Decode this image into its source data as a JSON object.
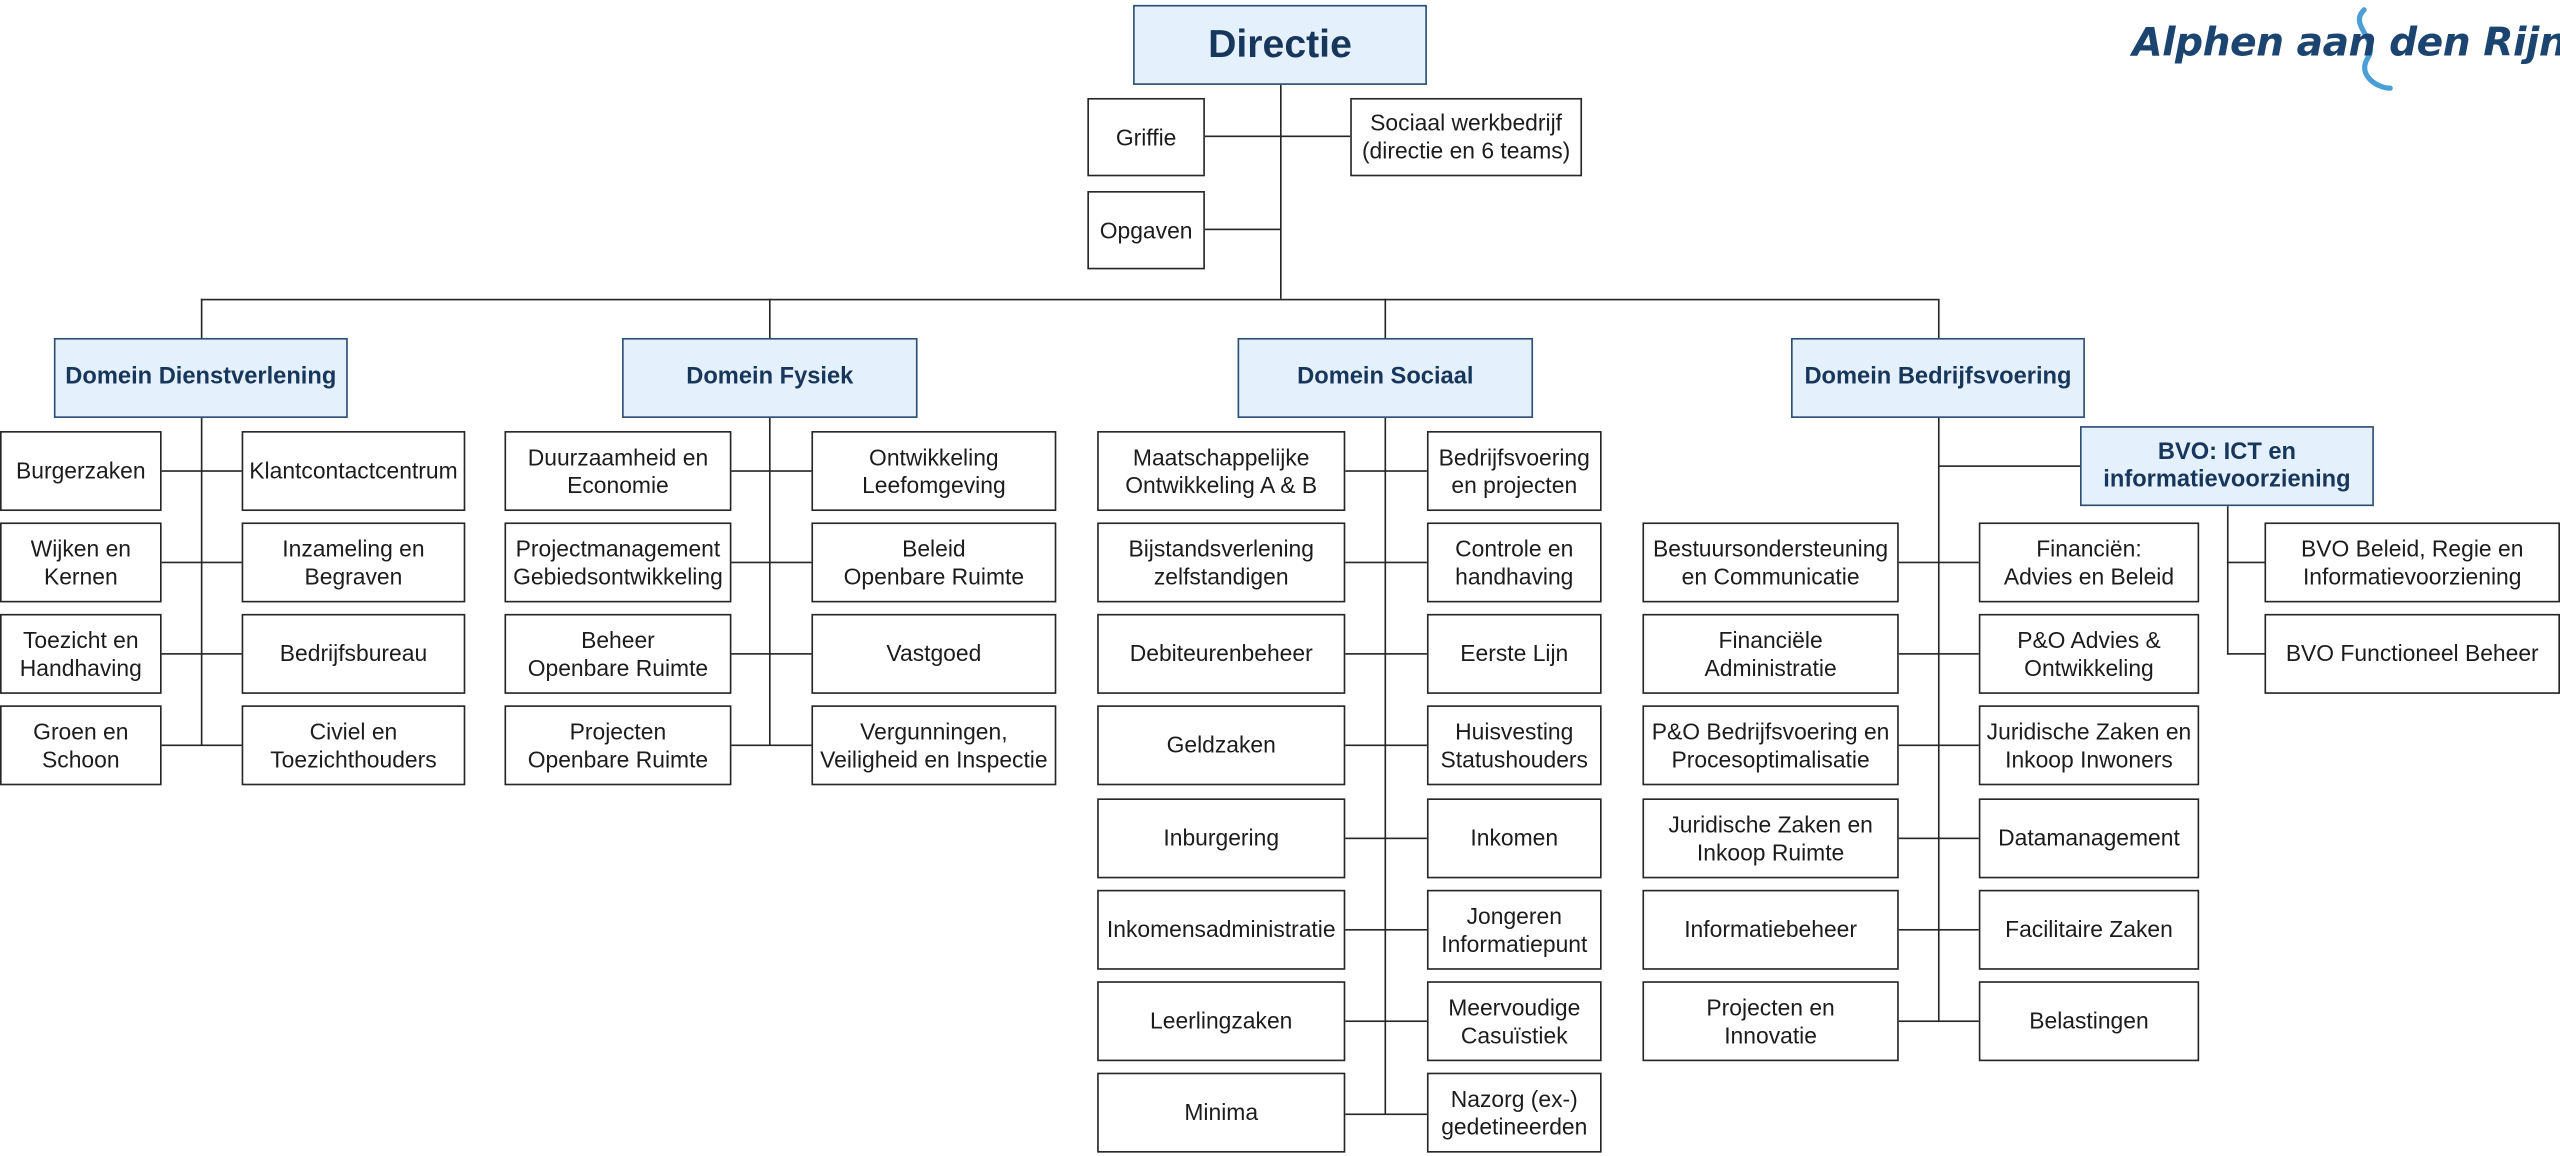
{
  "logo": {
    "text": "Alphen aan den Rijn",
    "color": "#1b4570",
    "wave_color": "#4a9fd8"
  },
  "colors": {
    "header_fill": "#e4f0fb",
    "header_border": "#2b4e73",
    "header_text": "#17365c",
    "line": "#262626"
  },
  "top": {
    "directie": "Directie",
    "griffie": "Griffie",
    "opgaven": "Opgaven",
    "sociaal_werkbedrijf": "Sociaal werkbedrijf\n(directie en 6 teams)"
  },
  "dienstverlening": {
    "title": "Domein Dienstverlening",
    "left": [
      "Burgerzaken",
      "Wijken en\nKernen",
      "Toezicht en\nHandhaving",
      "Groen en\nSchoon"
    ],
    "right": [
      "Klantcontactcentrum",
      "Inzameling en\nBegraven",
      "Bedrijfsbureau",
      "Civiel en\nToezichthouders"
    ]
  },
  "fysiek": {
    "title": "Domein Fysiek",
    "left": [
      "Duurzaamheid en\nEconomie",
      "Projectmanagement\nGebiedsontwikkeling",
      "Beheer\nOpenbare Ruimte",
      "Projecten\nOpenbare Ruimte"
    ],
    "right": [
      "Ontwikkeling\nLeefomgeving",
      "Beleid\nOpenbare Ruimte",
      "Vastgoed",
      "Vergunningen,\nVeiligheid en Inspectie"
    ]
  },
  "sociaal": {
    "title": "Domein Sociaal",
    "left": [
      "Maatschappelijke\nOntwikkeling A & B",
      "Bijstandsverlening\nzelfstandigen",
      "Debiteurenbeheer",
      "Geldzaken",
      "Inburgering",
      "Inkomensadministratie",
      "Leerlingzaken",
      "Minima"
    ],
    "right": [
      "Bedrijfsvoering\nen projecten",
      "Controle en\nhandhaving",
      "Eerste Lijn",
      "Huisvesting\nStatushouders",
      "Inkomen",
      "Jongeren\nInformatiepunt",
      "Meervoudige\nCasuïstiek",
      "Nazorg (ex-)\ngedetineerden"
    ]
  },
  "bedrijfsvoering": {
    "title": "Domein Bedrijfsvoering",
    "left": [
      "Bestuursondersteuning\nen Communicatie",
      "Financiële\nAdministratie",
      "P&O Bedrijfsvoering en\nProcesoptimalisatie",
      "Juridische Zaken en\nInkoop Ruimte",
      "Informatiebeheer",
      "Projecten en\nInnovatie"
    ],
    "right": [
      "Financiën:\nAdvies en Beleid",
      "P&O Advies &\nOntwikkeling",
      "Juridische Zaken en\nInkoop Inwoners",
      "Datamanagement",
      "Facilitaire Zaken",
      "Belastingen"
    ]
  },
  "bvo": {
    "title": "BVO: ICT en\ninformatievoorziening",
    "items": [
      "BVO Beleid, Regie en\nInformatievoorziening",
      "BVO Functioneel Beheer"
    ]
  }
}
